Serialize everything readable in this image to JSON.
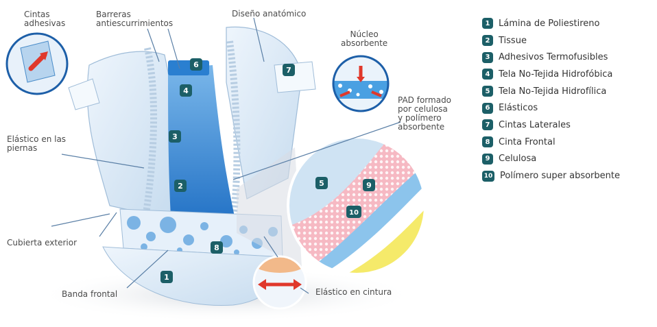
{
  "callouts": {
    "cintas_adhesivas": [
      "Cintas",
      "adhesivas"
    ],
    "barreras": [
      "Barreras",
      "antiescurrimientos"
    ],
    "diseno": "Diseño anatómico",
    "nucleo": [
      "Núcleo",
      "absorbente"
    ],
    "pad": [
      "PAD formado",
      "por celulosa",
      "y polímero",
      "absorbente"
    ],
    "elastico_piernas": [
      "Elástico en las",
      "piernas"
    ],
    "cubierta": "Cubierta exterior",
    "banda": "Banda frontal",
    "cintura": "Elástico en cintura"
  },
  "legend": [
    {
      "num": "1",
      "label": "Lámina de Poliestireno"
    },
    {
      "num": "2",
      "label": "Tissue"
    },
    {
      "num": "3",
      "label": "Adhesivos Termofusibles"
    },
    {
      "num": "4",
      "label": "Tela No-Tejida Hidrofóbica"
    },
    {
      "num": "5",
      "label": "Tela No-Tejida Hidrofílica"
    },
    {
      "num": "6",
      "label": "Elásticos"
    },
    {
      "num": "7",
      "label": "Cintas Laterales"
    },
    {
      "num": "8",
      "label": "Cinta Frontal"
    },
    {
      "num": "9",
      "label": "Celulosa"
    },
    {
      "num": "10",
      "label": "Polímero super absorbente"
    }
  ],
  "colors": {
    "badge": "#1c5f67",
    "diaper_blue": "#2a7fd0",
    "diaper_light": "#dbe9f6",
    "arrow_red": "#e0382b"
  }
}
